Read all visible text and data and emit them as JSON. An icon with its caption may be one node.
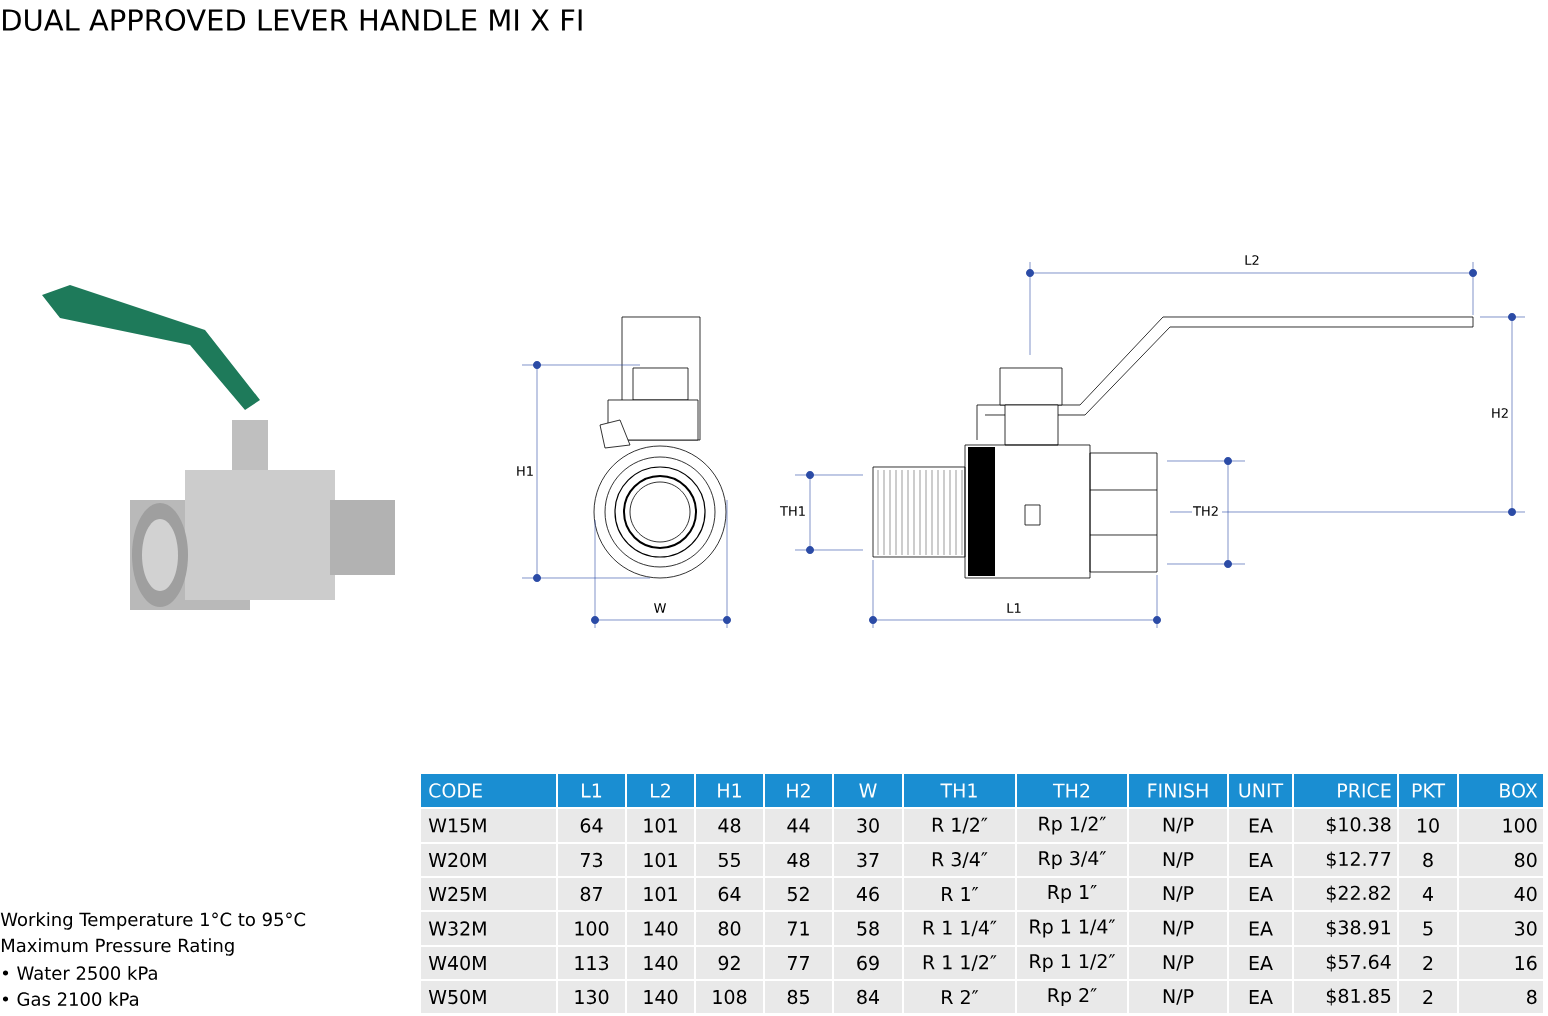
{
  "diagram": {
    "title": "DUAL APPROVED LEVER HANDLE MI X FI",
    "labels": [
      "L2",
      "H2",
      "H1",
      "TH1",
      "TH2",
      "W",
      "L1",
      "CODE",
      "L1",
      "L2",
      "H1",
      "H2",
      "W",
      "TH1",
      "TH2",
      "FINISH",
      "UNIT",
      "PRICE",
      "PKT",
      "BOX",
      "W15M",
      "64",
      "101",
      "48",
      "44",
      "30",
      "R 1/2″",
      "Rp 1/2″",
      "N/P",
      "EA",
      "$10.38",
      "10",
      "100",
      "W20M",
      "73",
      "101",
      "55",
      "48",
      "37",
      "R 3/4″",
      "Rp 3/4″",
      "N/P",
      "EA",
      "$12.77",
      "8",
      "80",
      "W25M",
      "87",
      "101",
      "64",
      "52",
      "46",
      "R 1″",
      "Rp 1″",
      "N/P",
      "EA",
      "$22.82",
      "4",
      "40",
      "W32M",
      "100",
      "140",
      "80",
      "71",
      "58",
      "R 1 1/4″",
      "Rp 1 1/4″",
      "N/P",
      "EA",
      "$38.91",
      "5",
      "30",
      "W40M",
      "113",
      "140",
      "92",
      "77",
      "69",
      "R 1 1/2″",
      "Rp 1 1/2″",
      "N/P",
      "EA",
      "$57.64",
      "2",
      "16",
      "W50M",
      "130",
      "140",
      "108",
      "85",
      "84",
      "R 2″",
      "Rp 2″",
      "N/P",
      "EA",
      "$81.85",
      "2",
      "8",
      "Working Temperature  1°C to 95°C",
      "Maximum Pressure Rating",
      "• Water 2500 kPa",
      "• Gas 2100 kPa"
    ]
  }
}
